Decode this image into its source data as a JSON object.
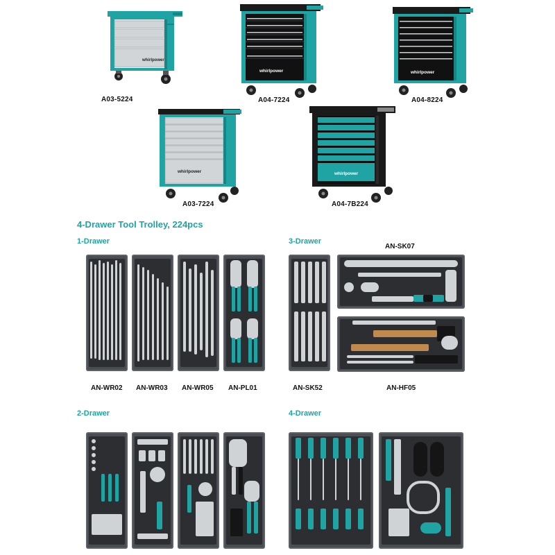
{
  "trolleys": [
    {
      "model": "A03-5224",
      "brand": "whirlpower"
    },
    {
      "model": "A04-7224",
      "brand": "whirlpower"
    },
    {
      "model": "A04-8224",
      "brand": "whirlpower"
    },
    {
      "model": "A03-7224",
      "brand": "whirlpower"
    },
    {
      "model": "A04-7B224",
      "brand": "whirlpower"
    }
  ],
  "section_title": "4-Drawer Tool Trolley, 224pcs",
  "drawers": {
    "d1": {
      "title": "1-Drawer",
      "trays": [
        "AN-WR02",
        "AN-WR03",
        "AN-WR05",
        "AN-PL01"
      ]
    },
    "d2": {
      "title": "2-Drawer"
    },
    "d3": {
      "title": "3-Drawer",
      "trays": [
        "AN-SK52",
        "AN-SK07",
        "AN-HF05"
      ]
    },
    "d4": {
      "title": "4-Drawer"
    }
  },
  "colors": {
    "accent": "#1fa3a3",
    "tray": "#4a4d52",
    "trolley_black": "#1a1a1a",
    "drawer_grey": "#c9ccd0"
  }
}
